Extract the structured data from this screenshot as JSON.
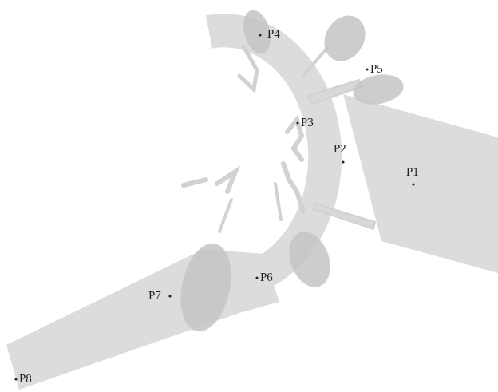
{
  "diagram": {
    "labels": [
      "P1",
      "P2",
      "P3",
      "P4",
      "P5",
      "P6",
      "P7",
      "P8"
    ]
  }
}
